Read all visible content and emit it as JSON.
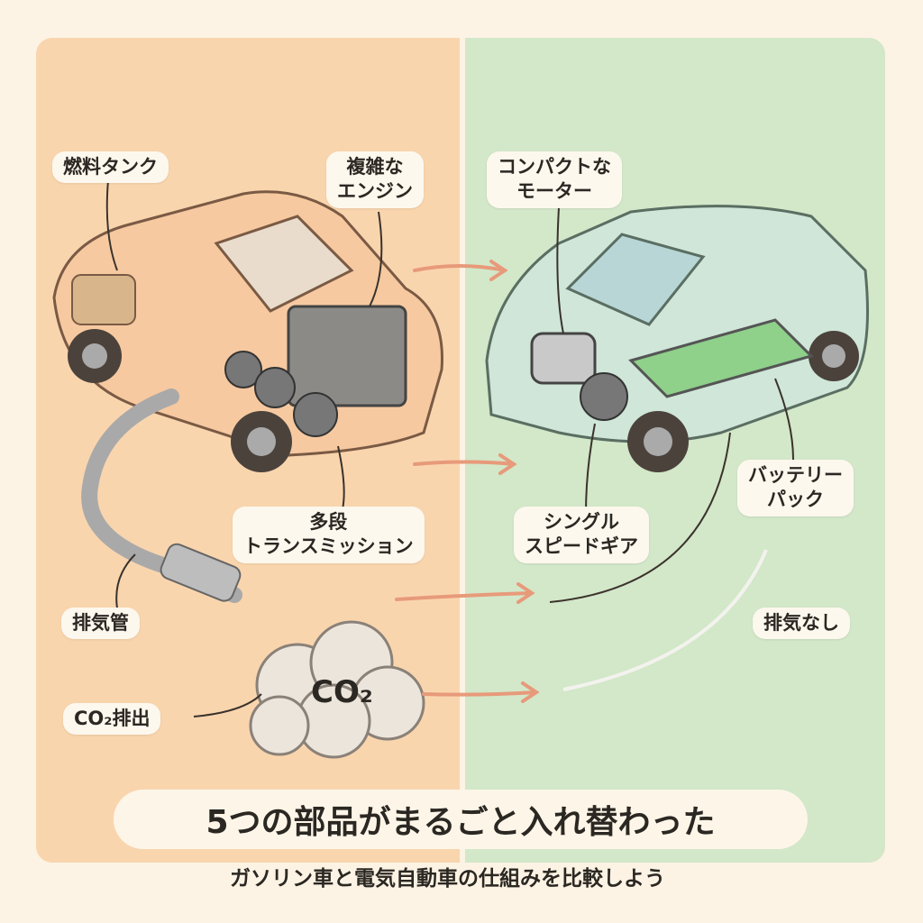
{
  "left_labels": {
    "fuel_tank": "燃料タンク",
    "engine": "複雑な\nエンジン",
    "transmission": "多段\nトランスミッション",
    "exhaust_pipe": "排気管",
    "co2_emission": "CO₂排出",
    "co2_cloud": "CO₂"
  },
  "right_labels": {
    "motor": "コンパクトな\nモーター",
    "gear": "シングル\nスピードギア",
    "battery": "バッテリー\nパック",
    "no_exhaust": "排気なし"
  },
  "title": "5つの部品がまるごと入れ替わった",
  "subtitle": "ガソリン車と電気自動車の仕組みを比較しよう",
  "colors": {
    "gas_side": "#f9d5ae",
    "ev_side": "#d3e7c9",
    "arrow": "#e79a7a"
  }
}
